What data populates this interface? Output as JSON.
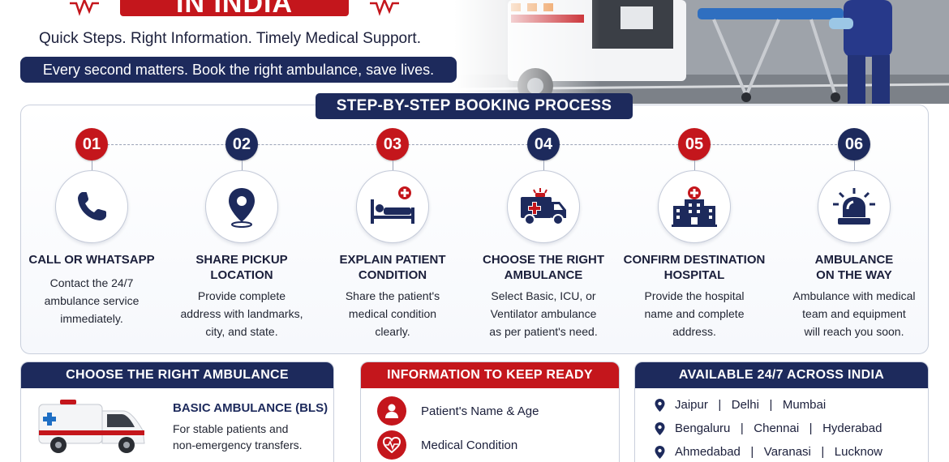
{
  "header": {
    "title_partial": "IN INDIA",
    "tagline": "Quick Steps. Right Information. Timely Medical Support.",
    "banner": "Every second matters. Book the right ambulance, save lives."
  },
  "process": {
    "title": "STEP-BY-STEP BOOKING PROCESS",
    "steps": [
      {
        "num": "01",
        "title_line1": "CALL OR WHATSAPP",
        "title_line2": "",
        "desc": [
          "Contact the 24/7",
          "ambulance service",
          "immediately."
        ],
        "icon": "phone-icon"
      },
      {
        "num": "02",
        "title_line1": "SHARE PICKUP",
        "title_line2": "LOCATION",
        "desc": [
          "Provide complete",
          "address with landmarks,",
          "city, and state."
        ],
        "icon": "location-pin-icon"
      },
      {
        "num": "03",
        "title_line1": "EXPLAIN PATIENT",
        "title_line2": "CONDITION",
        "desc": [
          "Share the patient's",
          "medical condition",
          "clearly."
        ],
        "icon": "patient-bed-icon"
      },
      {
        "num": "04",
        "title_line1": "CHOOSE THE RIGHT",
        "title_line2": "AMBULANCE",
        "desc": [
          "Select Basic, ICU, or",
          "Ventilator ambulance",
          "as per patient's need."
        ],
        "icon": "ambulance-icon"
      },
      {
        "num": "05",
        "title_line1": "CONFIRM DESTINATION",
        "title_line2": "HOSPITAL",
        "desc": [
          "Provide the hospital",
          "name and complete",
          "address."
        ],
        "icon": "hospital-icon"
      },
      {
        "num": "06",
        "title_line1": "AMBULANCE",
        "title_line2": "ON THE WAY",
        "desc": [
          "Ambulance with medical",
          "team and equipment",
          "will reach you soon."
        ],
        "icon": "siren-icon"
      }
    ]
  },
  "choose_card": {
    "title": "CHOOSE THE RIGHT AMBULANCE",
    "item_title": "BASIC AMBULANCE (BLS)",
    "item_desc": [
      "For stable patients and",
      "non-emergency transfers."
    ]
  },
  "info_card": {
    "title": "INFORMATION TO KEEP READY",
    "items": [
      "Patient's Name & Age",
      "Medical Condition"
    ]
  },
  "availability_card": {
    "title": "AVAILABLE 24/7 ACROSS INDIA",
    "rows": [
      "Jaipur   |   Delhi   |   Mumbai",
      "Bengaluru   |   Chennai   |   Hyderabad",
      "Ahmedabad   |   Varanasi   |   Lucknow"
    ]
  },
  "colors": {
    "navy": "#1d2a5c",
    "red": "#c4161c"
  }
}
